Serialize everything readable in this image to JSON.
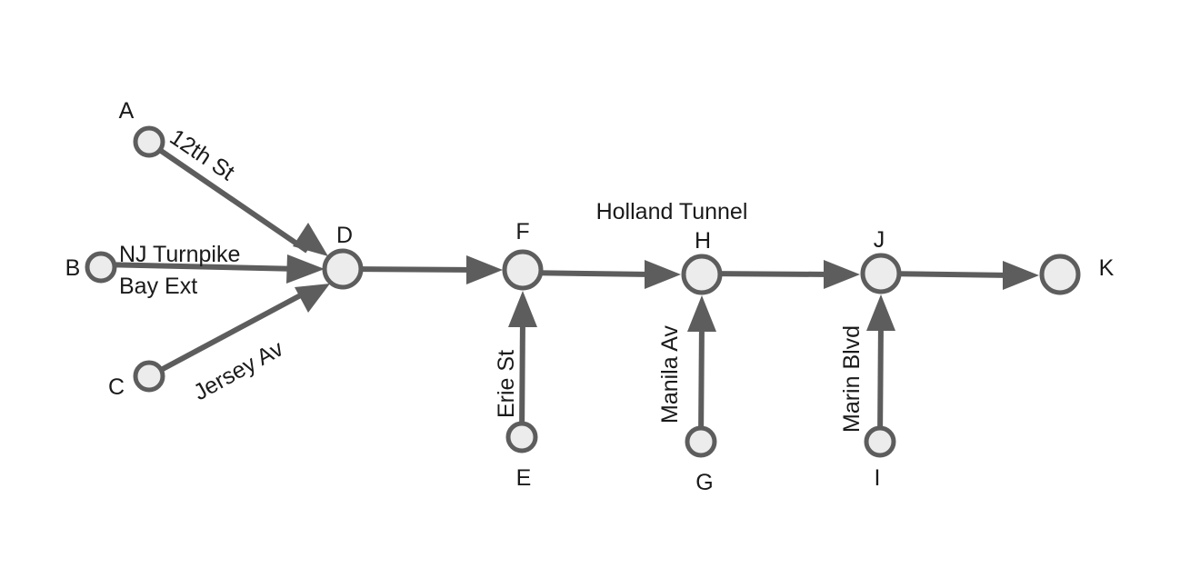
{
  "nodes": {
    "A": "A",
    "B": "B",
    "C": "C",
    "D": "D",
    "E": "E",
    "F": "F",
    "G": "G",
    "H": "H",
    "I": "I",
    "J": "J",
    "K": "K"
  },
  "edges": {
    "a_d": "12th St",
    "b_d_line1": "NJ Turnpike",
    "b_d_line2": "Bay Ext",
    "c_d": "Jersey Av",
    "e_f": "Erie St",
    "f_h": "Holland Tunnel",
    "g_h": "Manila Av",
    "i_j": "Marin Blvd"
  }
}
